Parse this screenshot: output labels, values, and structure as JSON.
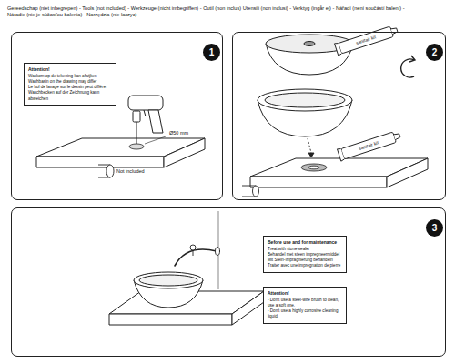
{
  "diagram": {
    "nodes": [
      {
        "text": [
          "1"
        ]
      },
      {
        "text": [
          "Attention!",
          "Waskom op de tekening kan afwijken",
          "Washbasin on the drawing may differ",
          "Le bol de lavage sur le dessin peut différer",
          "Waschbecken auf der Zeichnung kann abweichen"
        ],
        "in": 0
      },
      {
        "text": [
          "2"
        ]
      },
      {
        "text": [
          "3"
        ]
      },
      {
        "text": [
          "Before use and for maintenance",
          "Treat with stone sealer",
          "Behandel met steen impregneermiddel",
          "Mit Stein-Imprägnierung behandeln",
          "Traiter avec une impregnation de pierre"
        ],
        "in": 3
      },
      {
        "text": [
          "Attention!",
          "- Don't use a steel-wire brush to clean, use a soft one.",
          "- Don't use a highly corrosive cleaning liquid."
        ],
        "in": 3
      }
    ],
    "labels": [
      "Gereedschap (niet inbegrepen) - Tools (not included) - Werkzeuge (nicht imbegriffen) - Outil (non inclus) Utensili (non inclusi) - Verktyg (ingår ej) - Nářadí (není součástí balení) - Náradie (nie je súčasťou balenia) - Narzędzia (nie laczyc)",
      "Ø50 mm",
      "Not included",
      "sanitair kit",
      "sanitair kit"
    ]
  }
}
